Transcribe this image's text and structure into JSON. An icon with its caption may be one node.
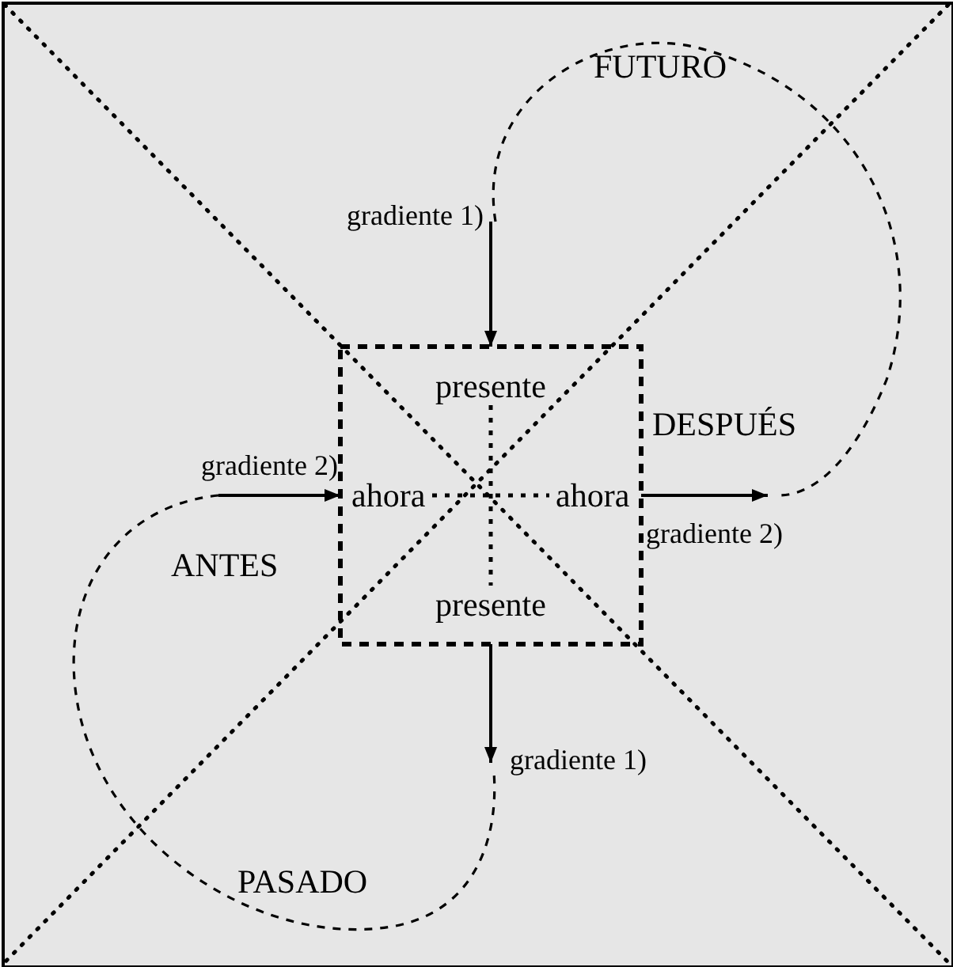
{
  "diagram": {
    "nodes": [
      {
        "text": [],
        "shape": "box"
      },
      {
        "text": [
          "presente"
        ],
        "in": 0
      },
      {
        "text": [
          "ahora"
        ],
        "in": 0
      },
      {
        "text": [
          "ahora"
        ],
        "in": 0
      },
      {
        "text": [
          "presente"
        ],
        "in": 0
      }
    ],
    "edges": [
      {
        "from": null,
        "to": 0,
        "arrow": "to",
        "label": "gradiente 1)"
      },
      {
        "from": null,
        "to": 0,
        "arrow": "to",
        "label": "gradiente 2)"
      },
      {
        "from": 0,
        "to": null,
        "arrow": "to",
        "label": "gradiente 2)"
      },
      {
        "from": 0,
        "to": null,
        "arrow": "to",
        "label": "gradiente 1)"
      },
      {
        "from": 1,
        "to": 4,
        "arrow": "none",
        "style": "dashed"
      },
      {
        "from": 2,
        "to": 3,
        "arrow": "none",
        "style": "dashed"
      }
    ],
    "labels": [
      "FUTURO",
      "DESPUÉS",
      "ANTES",
      "PASADO"
    ]
  }
}
